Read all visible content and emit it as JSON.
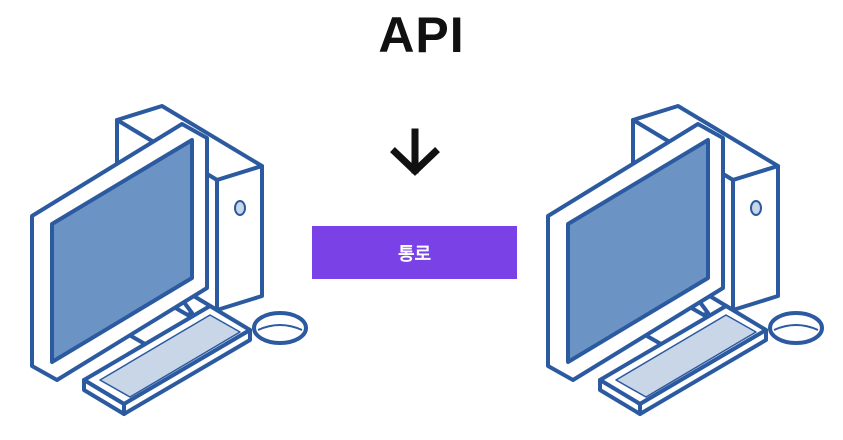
{
  "title": "API",
  "channel": {
    "label": "통로",
    "color": "#7a41e6"
  },
  "arrow": {
    "icon": "arrow-down-icon",
    "color": "#111111"
  },
  "computers": [
    {
      "name": "left-computer",
      "icon": "desktop-computer-icon"
    },
    {
      "name": "right-computer",
      "icon": "desktop-computer-icon"
    }
  ],
  "colors": {
    "outline": "#2c5aa0",
    "screen": "#6b93c3",
    "body": "#ffffff",
    "keys": "#c9d6e8"
  }
}
